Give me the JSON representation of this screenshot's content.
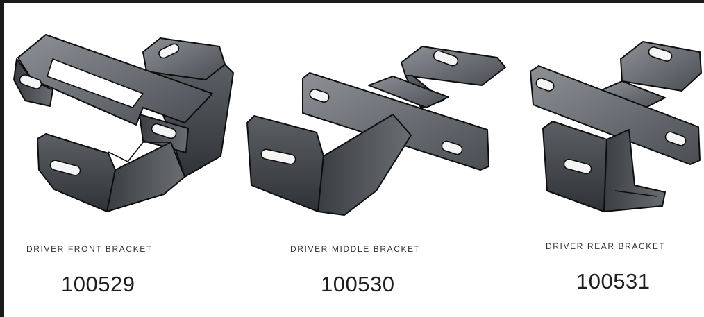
{
  "brackets": [
    {
      "label": "DRIVER FRONT BRACKET",
      "part_number": "100529"
    },
    {
      "label": "DRIVER MIDDLE BRACKET",
      "part_number": "100530"
    },
    {
      "label": "DRIVER REAR BRACKET",
      "part_number": "100531"
    }
  ],
  "colors": {
    "metal_dark": "#3a3d41",
    "metal_mid": "#5c6065",
    "metal_light": "#8d9196",
    "edge": "#0e0e0e",
    "border": "#1a1a1a"
  }
}
